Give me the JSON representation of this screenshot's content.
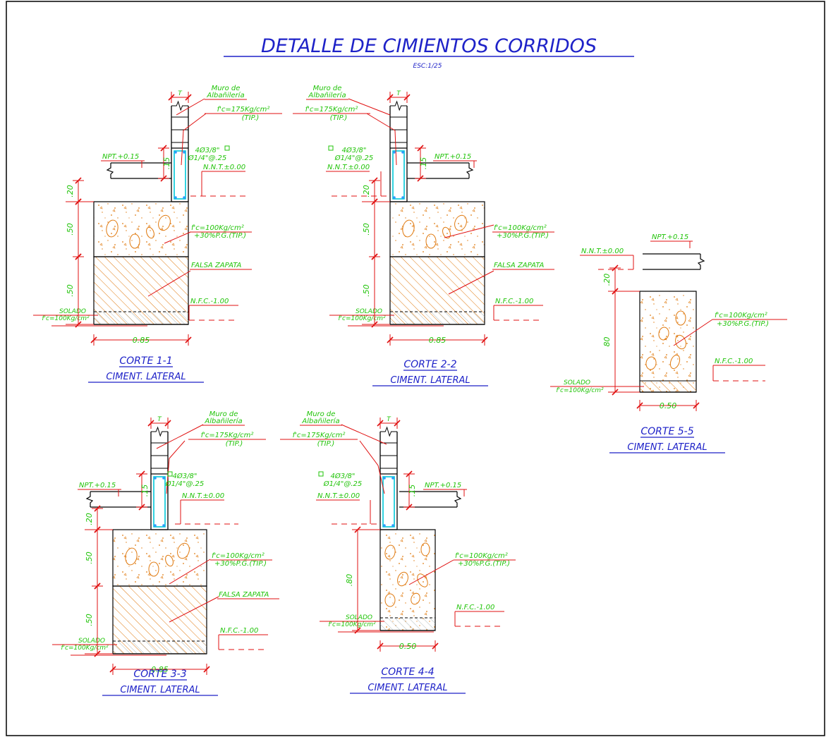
{
  "title": "DETALLE DE CIMIENTOS CORRIDOS",
  "scale": "ESC:1/25",
  "colors": {
    "label": "#22c40a",
    "title": "#1e22c8",
    "red": "#e01010",
    "concrete": "#e07a10",
    "rebar": "#00c8d8",
    "border": "#000000"
  },
  "sections": [
    {
      "id": "s1",
      "corte": "CORTE 1-1",
      "sub": "CIMENT. LATERAL",
      "T": "T",
      "muro1": "Muro de",
      "muro2": "Albañilería",
      "fc175": "f'c=175Kg/cm²",
      "tip": "(TIP.)",
      "npt": "NPT.+0.15",
      "rebar1": "4Ø3/8\"",
      "rebar2": "Ø1/4\"@.25",
      "nnt": "N.N.T.±0.00",
      "fc100": "f'c=100Kg/cm²",
      "pg": "+30%P.G.(TIP.)",
      "falsa": "FALSA ZAPATA",
      "nfc": "N.F.C.-1.00",
      "solado": "SOLADO",
      "solado_fc": "f'c=100Kg/cm²",
      "w": "0.85",
      "d15": ".15",
      "d20": ".20",
      "d50a": ".50",
      "d50b": ".50"
    },
    {
      "id": "s2",
      "corte": "CORTE 2-2",
      "sub": "CIMENT. LATERAL",
      "T": "T",
      "muro1": "Muro de",
      "muro2": "Albañilería",
      "fc175": "f'c=175Kg/cm²",
      "tip": "(TIP.)",
      "npt": "NPT.+0.15",
      "rebar1": "4Ø3/8\"",
      "rebar2": "Ø1/4\"@.25",
      "nnt": "N.N.T.±0.00",
      "fc100": "f'c=100Kg/cm²",
      "pg": "+30%P.G.(TIP.)",
      "falsa": "FALSA ZAPATA",
      "nfc": "N.F.C.-1.00",
      "solado": "SOLADO",
      "solado_fc": "f'c=100Kg/cm²",
      "w": "0.85",
      "d15": ".15",
      "d20": ".20",
      "d50a": ".50",
      "d50b": ".50"
    },
    {
      "id": "s3",
      "corte": "CORTE 3-3",
      "sub": "CIMENT. LATERAL",
      "T": "T",
      "muro1": "Muro de",
      "muro2": "Albañilería",
      "fc175": "f'c=175Kg/cm²",
      "tip": "(TIP.)",
      "npt": "NPT.+0.15",
      "rebar1": "4Ø3/8\"",
      "rebar2": "Ø1/4\"@.25",
      "nnt": "N.N.T.±0.00",
      "fc100": "f'c=100Kg/cm²",
      "pg": "+30%P.G.(TIP.)",
      "falsa": "FALSA ZAPATA",
      "nfc": "N.F.C.-1.00",
      "solado": "SOLADO",
      "solado_fc": "f'c=100Kg/cm²",
      "w": "0.85",
      "d15": ".15",
      "d20": ".20",
      "d50a": ".50",
      "d50b": ".50"
    },
    {
      "id": "s4",
      "corte": "CORTE 4-4",
      "sub": "CIMENT. LATERAL",
      "T": "T",
      "muro1": "Muro de",
      "muro2": "Albañilería",
      "fc175": "f'c=175Kg/cm²",
      "tip": "(TIP.)",
      "npt": "NPT.+0.15",
      "rebar1": "4Ø3/8\"",
      "rebar2": "Ø1/4\"@.25",
      "nnt": "N.N.T.±0.00",
      "fc100": "f'c=100Kg/cm²",
      "pg": "+30%P.G.(TIP.)",
      "nfc": "N.F.C.-1.00",
      "solado": "SOLADO",
      "solado_fc": "f'c=100Kg/cm²",
      "w": "0.50",
      "d15": ".15",
      "d80": ".80"
    },
    {
      "id": "s5",
      "corte": "CORTE 5-5",
      "sub": "CIMENT. LATERAL",
      "npt": "NPT.+0.15",
      "nnt": "N.N.T.±0.00",
      "fc100": "f'c=100Kg/cm²",
      "pg": "+30%P.G.(TIP.)",
      "nfc": "N.F.C.-1.00",
      "solado": "SOLADO",
      "solado_fc": "f'c=100Kg/cm²",
      "w": "0.50",
      "d20": ".20",
      "d80": "80"
    }
  ]
}
